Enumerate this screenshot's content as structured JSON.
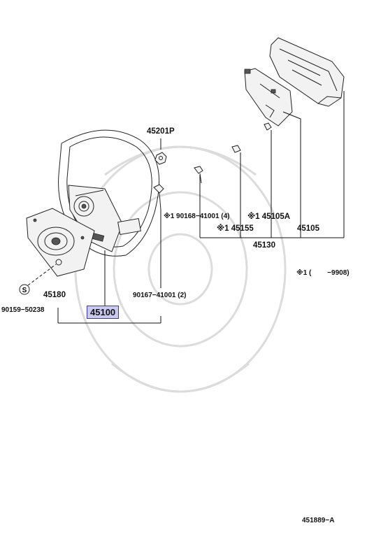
{
  "diagram": {
    "labels": {
      "p45201P": "45201P",
      "p90168": "※1 90168−41001 (4)",
      "p45105A": "※1 45105A",
      "p45155": "※1 45155",
      "p45105": "45105",
      "p45130": "45130",
      "note": "※1 (　　 −9908)",
      "p45180": "45180",
      "p90167": "90167−41001 (2)",
      "p90159": "90159−50238",
      "p45100": "45100",
      "figure_code": "451889−A"
    },
    "highlight_color": "#c9c9f2",
    "callout_letter": "S"
  }
}
